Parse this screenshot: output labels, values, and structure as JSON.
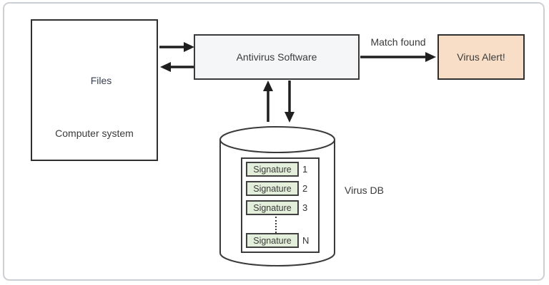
{
  "diagram": {
    "computer_system": {
      "label": "Computer system",
      "files_label": "Files"
    },
    "antivirus": {
      "label": "Antivirus Software"
    },
    "match_arrow_label": "Match found",
    "virus_alert": {
      "label": "Virus Alert!"
    },
    "virus_db": {
      "label": "Virus DB",
      "signatures": [
        {
          "name": "Signature",
          "index": "1"
        },
        {
          "name": "Signature",
          "index": "2"
        },
        {
          "name": "Signature",
          "index": "3"
        },
        {
          "name": "Signature",
          "index": "N"
        }
      ]
    },
    "colors": {
      "frame_border": "#ccd0d4",
      "box_border": "#2f2f2f",
      "files_fill": "#dbe8f6",
      "files_border": "#3b4250",
      "antivirus_fill": "#f5f6f8",
      "alert_fill": "#f8dec6",
      "signature_fill": "#e3efda",
      "arrow": "#1f1f1f"
    }
  }
}
